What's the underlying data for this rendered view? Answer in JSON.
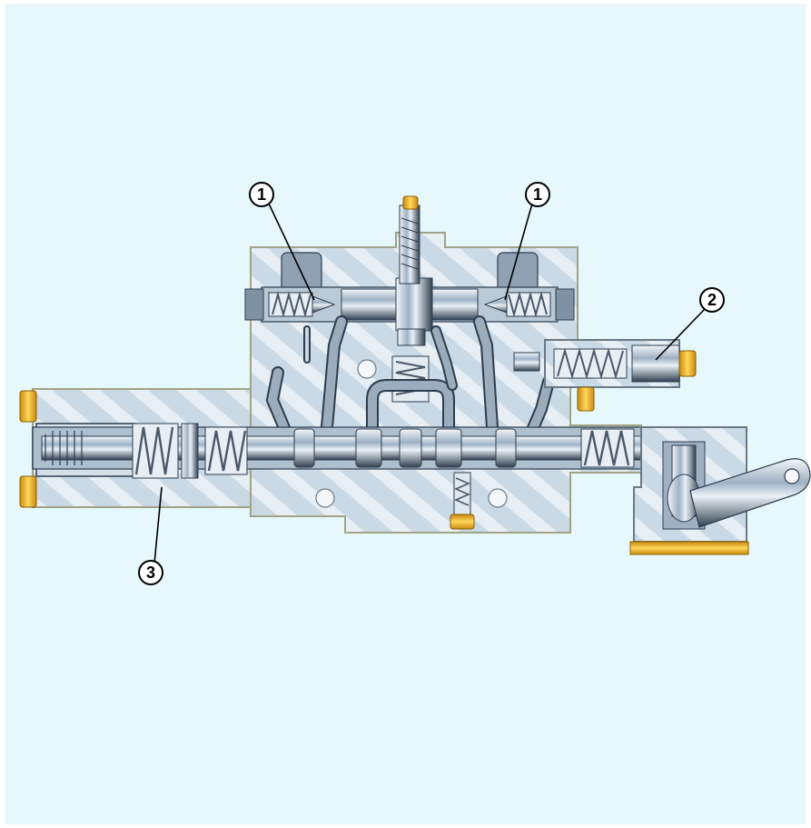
{
  "callouts": {
    "pilot_valve_left": "1",
    "pilot_valve_right": "1",
    "relief_valve": "2",
    "spool_spring_housing": "3"
  },
  "colors": {
    "background": "#e6f8fc",
    "section_fill": "#c7d8e4",
    "body_outline": "#6a7884",
    "hatch": "#ffffff",
    "yellow_plug": "#f2b21d",
    "steel_light": "#dbe6ef",
    "steel_dark": "#2d3c4e",
    "passage": "#8a9bab",
    "spring": "#4b5866"
  },
  "icons": {
    "spring": "coil-spring-icon",
    "plug": "hex-plug-icon",
    "lever": "lever-arm-icon"
  }
}
